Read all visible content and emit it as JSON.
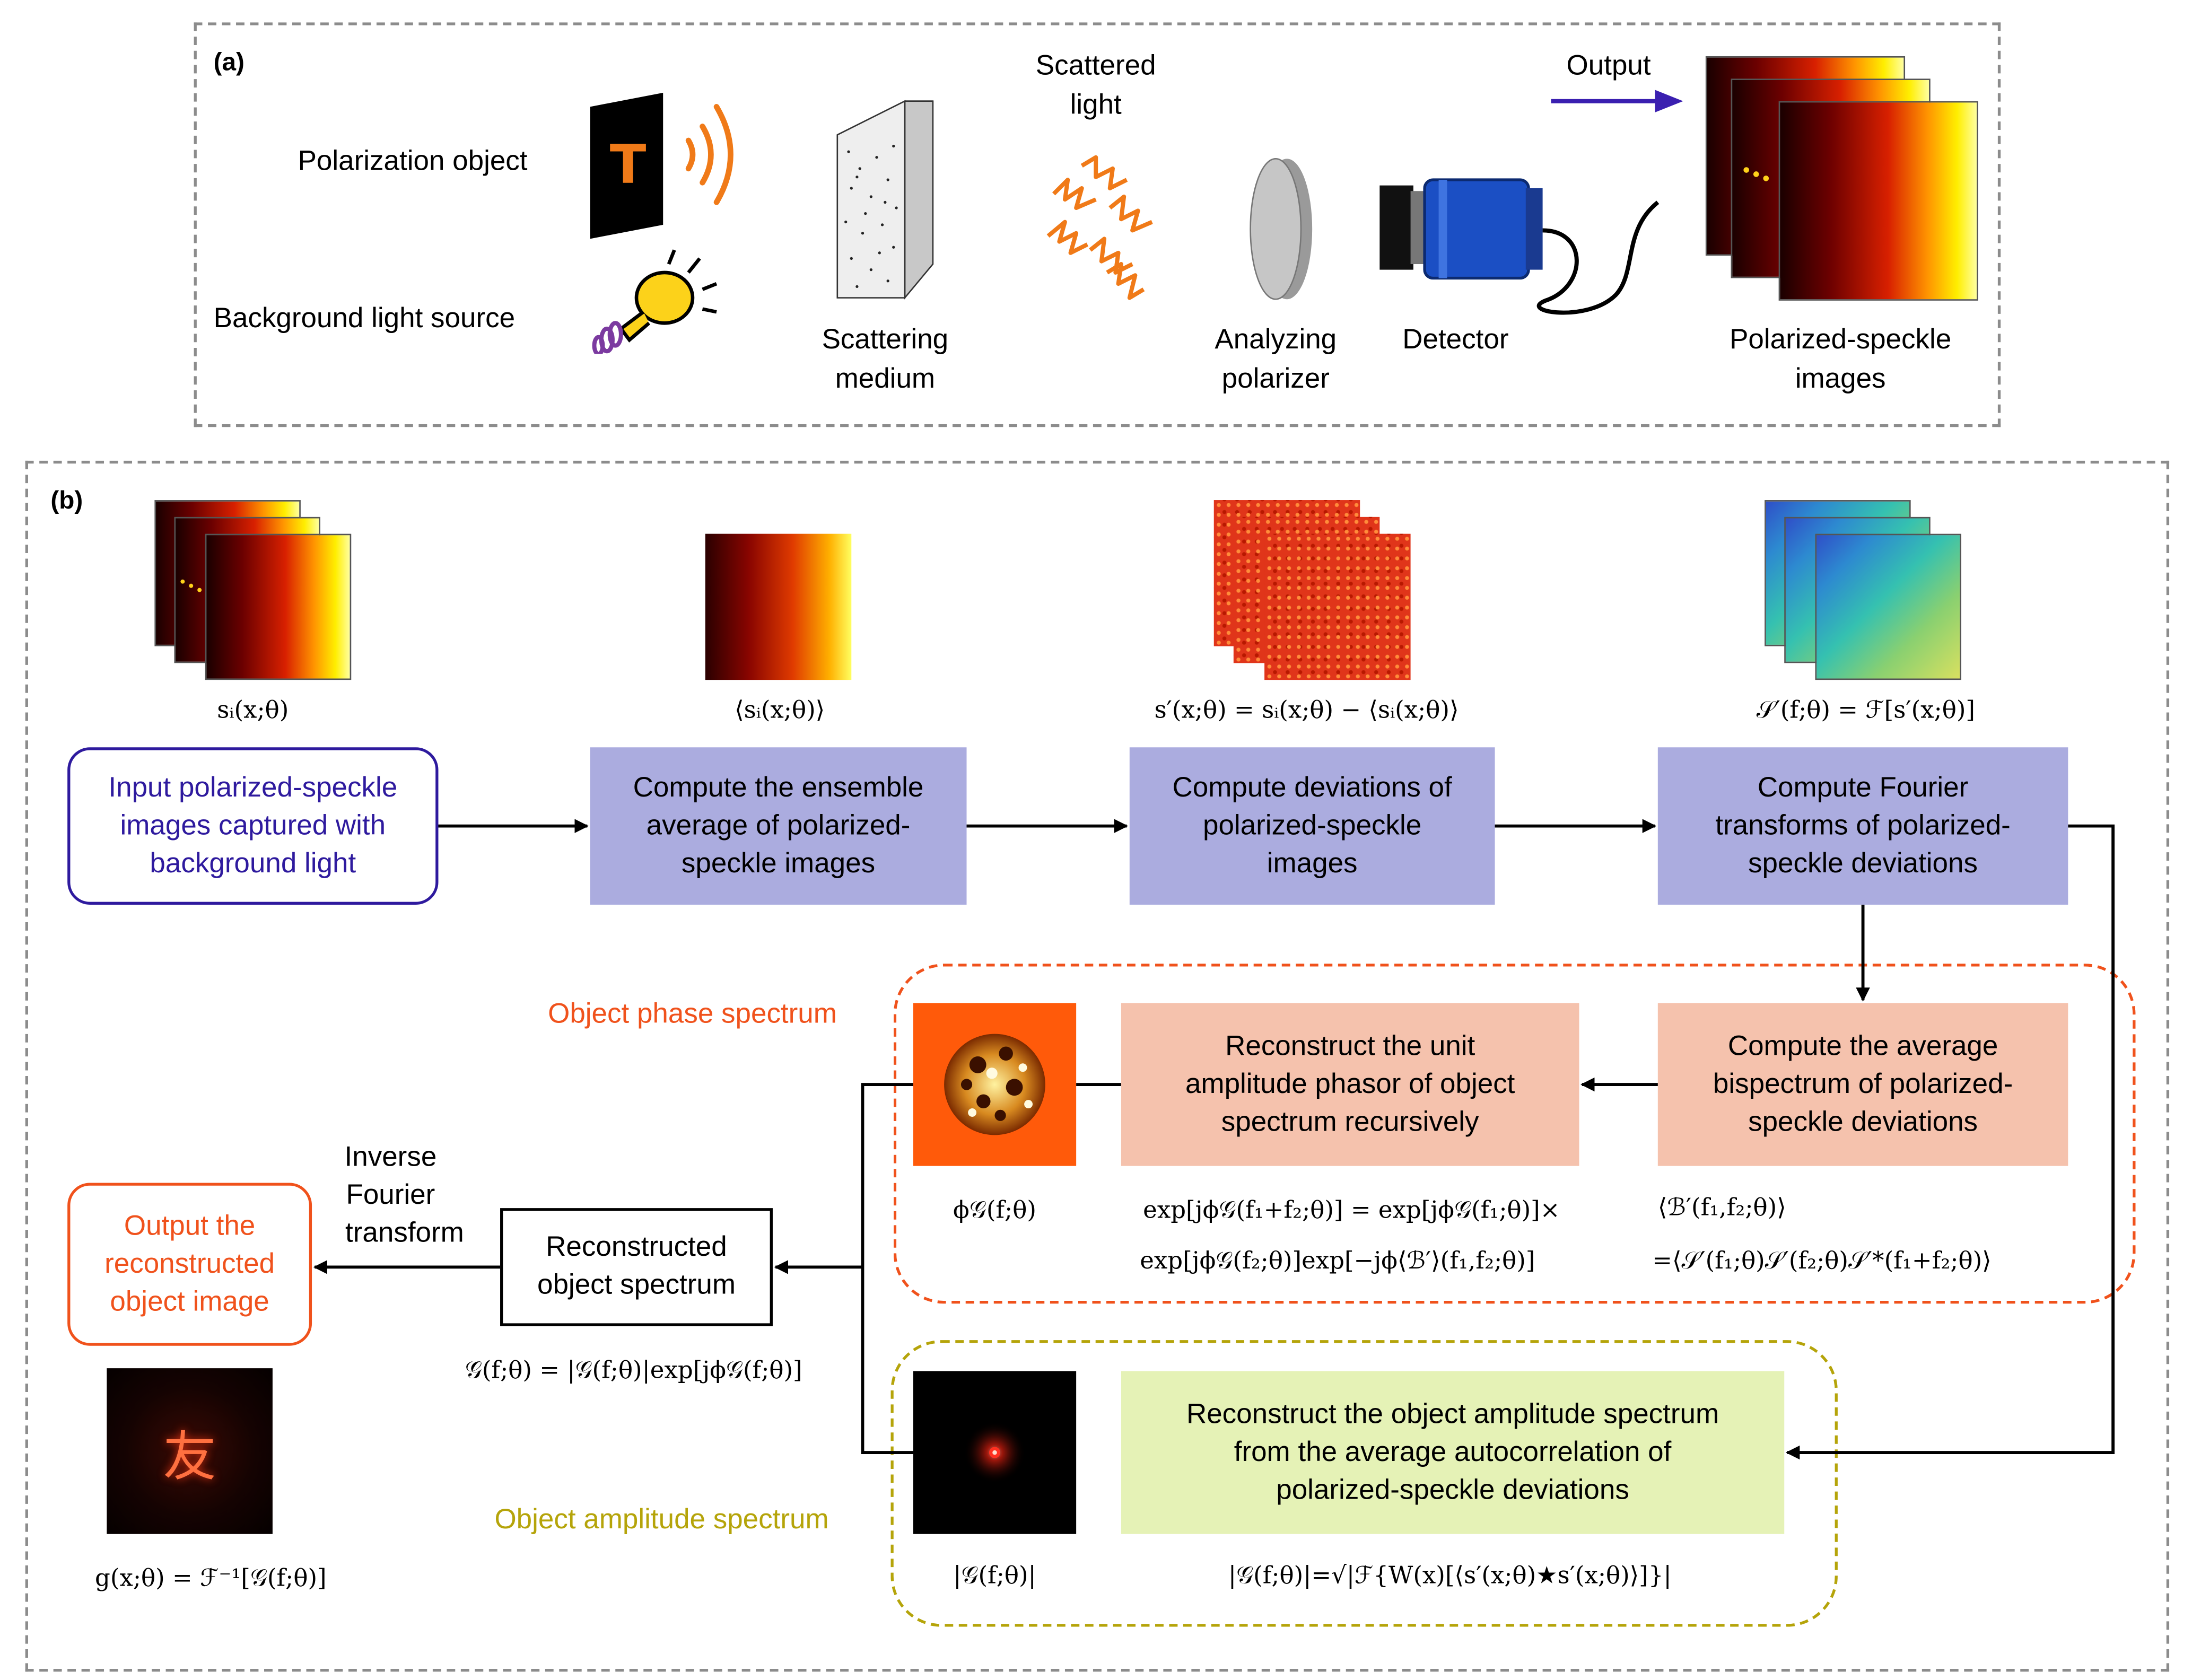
{
  "panel_a": {
    "tag": "(a)",
    "polarization_object": "Polarization object",
    "object_letter": "T",
    "background_light": "Background light source",
    "scattering_medium": [
      "Scattering",
      "medium"
    ],
    "scattered_light": [
      "Scattered",
      "light"
    ],
    "analyzing_polarizer": [
      "Analyzing",
      "polarizer"
    ],
    "detector": "Detector",
    "output": "Output",
    "speckle_images": [
      "Polarized-speckle",
      "images"
    ]
  },
  "panel_b": {
    "tag": "(b)",
    "eq_si": "sᵢ(x;θ)",
    "eq_avg": "⟨sᵢ(x;θ)⟩",
    "eq_dev": "s′(x;θ) = sᵢ(x;θ) − ⟨sᵢ(x;θ)⟩",
    "eq_ft": "𝒮′(f;θ) = ℱ[s′(x;θ)]",
    "box_input": [
      "Input polarized-speckle",
      "images captured with",
      "background light"
    ],
    "box_ensemble": [
      "Compute the ensemble",
      "average of polarized-",
      "speckle images"
    ],
    "box_deviations": [
      "Compute deviations of",
      "polarized-speckle",
      "images"
    ],
    "box_fourier": [
      "Compute Fourier",
      "transforms of polarized-",
      "speckle deviations"
    ],
    "phase_label": "Object phase spectrum",
    "box_bispectrum": [
      "Compute the average",
      "bispectrum of polarized-",
      "speckle deviations"
    ],
    "box_phasor": [
      "Reconstruct the unit",
      "amplitude phasor of object",
      "spectrum recursively"
    ],
    "eq_phi": "ϕ𝒢(f;θ)",
    "eq_recursion_1": "exp[jϕ𝒢(f₁+f₂;θ)] = exp[jϕ𝒢(f₁;θ)]×",
    "eq_recursion_2": "exp[jϕ𝒢(f₂;θ)]exp[−jϕ⟨ℬ′⟩(f₁,f₂;θ)]",
    "eq_bispec_1": "⟨ℬ′(f₁,f₂;θ)⟩",
    "eq_bispec_2": "=⟨𝒮′(f₁;θ)𝒮′(f₂;θ)𝒮′*(f₁+f₂;θ)⟩",
    "box_spectrum": [
      "Reconstructed",
      "object spectrum"
    ],
    "inverse": [
      "Inverse",
      "Fourier",
      "transform"
    ],
    "box_output": [
      "Output the",
      "reconstructed",
      "object image"
    ],
    "eq_G": "𝒢(f;θ) = |𝒢(f;θ)|exp[jϕ𝒢(f;θ)]",
    "result_char": "友",
    "eq_g": "g(x;θ) = ℱ⁻¹[𝒢(f;θ)]",
    "amp_label": "Object amplitude spectrum",
    "box_amplitude": [
      "Reconstruct the object amplitude spectrum",
      "from the average autocorrelation of",
      "polarized-speckle deviations"
    ],
    "eq_absG": "|𝒢(f;θ)|",
    "eq_amp": "|𝒢(f;θ)|=√|ℱ{W(x)[⟨s′(x;θ)★s′(x;θ)⟩]}|"
  },
  "colors": {
    "arrow": "#000000",
    "output_arrow": "#3a1fb0",
    "input_box_border": "#2e1a9e",
    "output_box_border": "#f0521c",
    "phase_dash": "#f0521c",
    "amp_dash": "#b5a40a",
    "process_blue": "#abacdf",
    "process_salmon": "#f5c2ad",
    "process_green": "#e5f2b6"
  }
}
